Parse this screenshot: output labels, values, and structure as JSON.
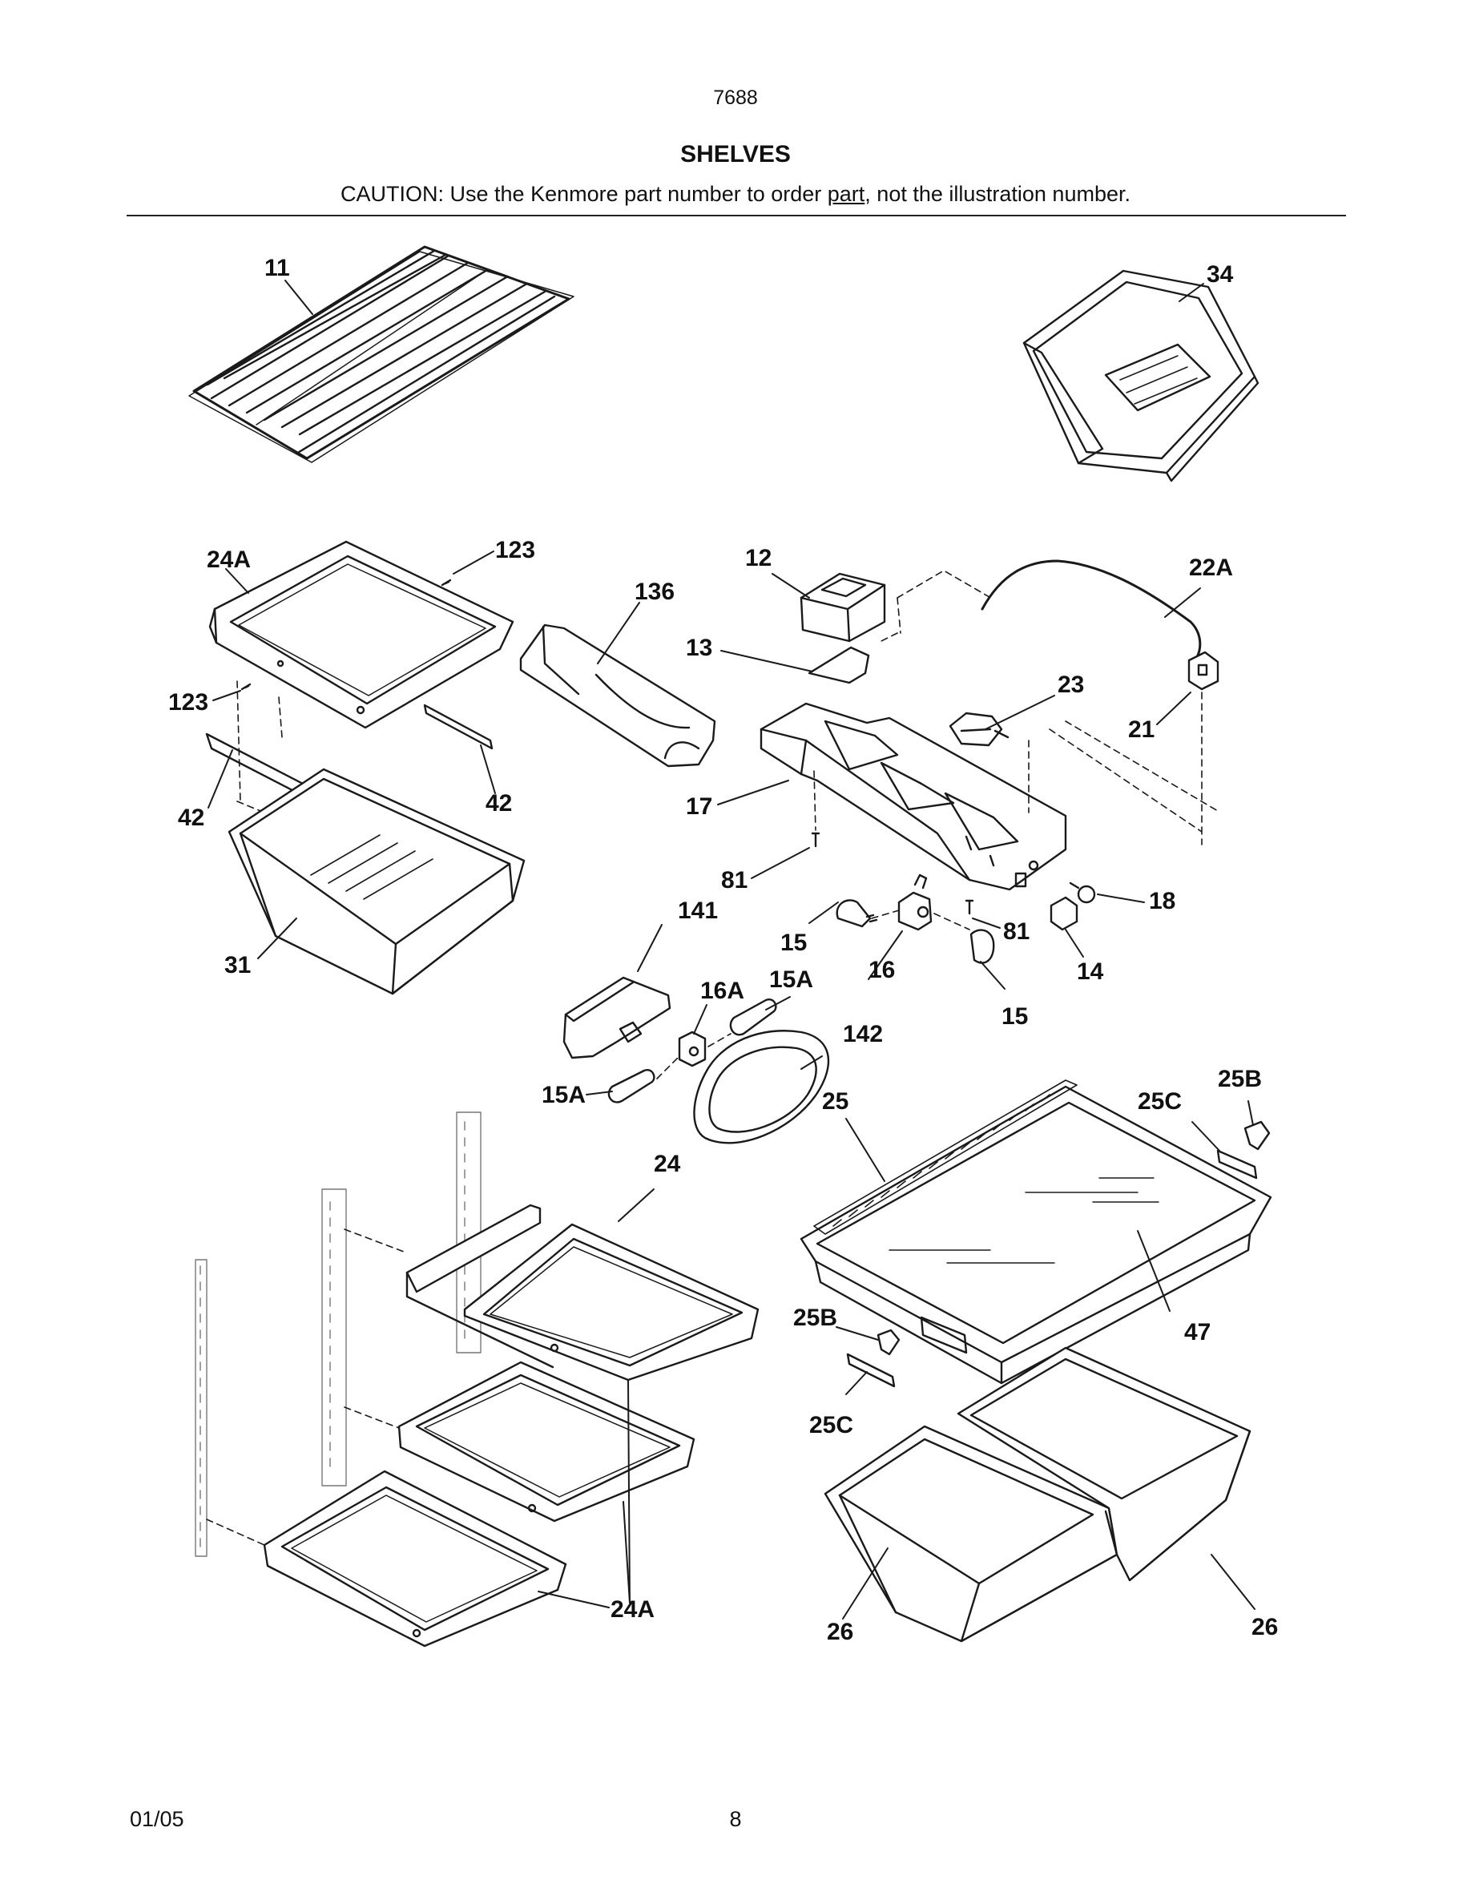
{
  "header": {
    "model_number": "7688",
    "title": "SHELVES",
    "caution_before": "CAUTION: Use the Kenmore part number to order ",
    "caution_underlined": "part",
    "caution_after": ", not the illustration number."
  },
  "callouts": {
    "c11": "11",
    "c34": "34",
    "c24a_top": "24A",
    "c123_top": "123",
    "c123_left": "123",
    "c42_left": "42",
    "c42_right": "42",
    "c31": "31",
    "c136": "136",
    "c12": "12",
    "c13": "13",
    "c17": "17",
    "c22a": "22A",
    "c23": "23",
    "c21": "21",
    "c81_left": "81",
    "c81_right": "81",
    "c141": "141",
    "c15_upper": "15",
    "c15_lower": "15",
    "c16": "16",
    "c16a": "16A",
    "c15a_upper": "15A",
    "c15a_lower": "15A",
    "c18": "18",
    "c14": "14",
    "c142": "142",
    "c25": "25",
    "c25b_top": "25B",
    "c25c_top": "25C",
    "c24": "24",
    "c47": "47",
    "c25b_bottom": "25B",
    "c25c_bottom": "25C",
    "c24a_bottom": "24A",
    "c26_left": "26",
    "c26_right": "26"
  },
  "footer": {
    "date": "01/05",
    "page_number": "8"
  }
}
